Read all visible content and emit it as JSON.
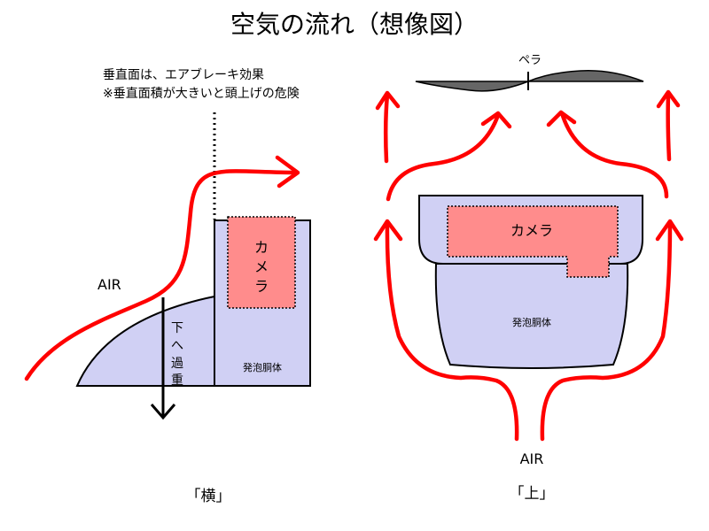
{
  "title": "空気の流れ（想像図）",
  "notes": {
    "line1": "垂直面は、エアブレーキ効果",
    "line2": "※垂直面積が大きいと頭上げの危険"
  },
  "side_view": {
    "caption": "「横」",
    "air_label": "AIR",
    "camera_label_chars": [
      "カ",
      "メ",
      "ラ"
    ],
    "body_label": "発泡胴体",
    "weight_label_chars": [
      "下",
      "へ",
      "過",
      "重"
    ]
  },
  "top_view": {
    "caption": "「上」",
    "air_label": "AIR",
    "camera_label": "カメラ",
    "body_label": "発泡胴体",
    "propeller_label": "ペラ"
  },
  "colors": {
    "airflow": "#ff0000",
    "body_fill": "#d0d0f4",
    "camera_fill": "#ff8c8c",
    "propeller_fill": "#666666"
  }
}
